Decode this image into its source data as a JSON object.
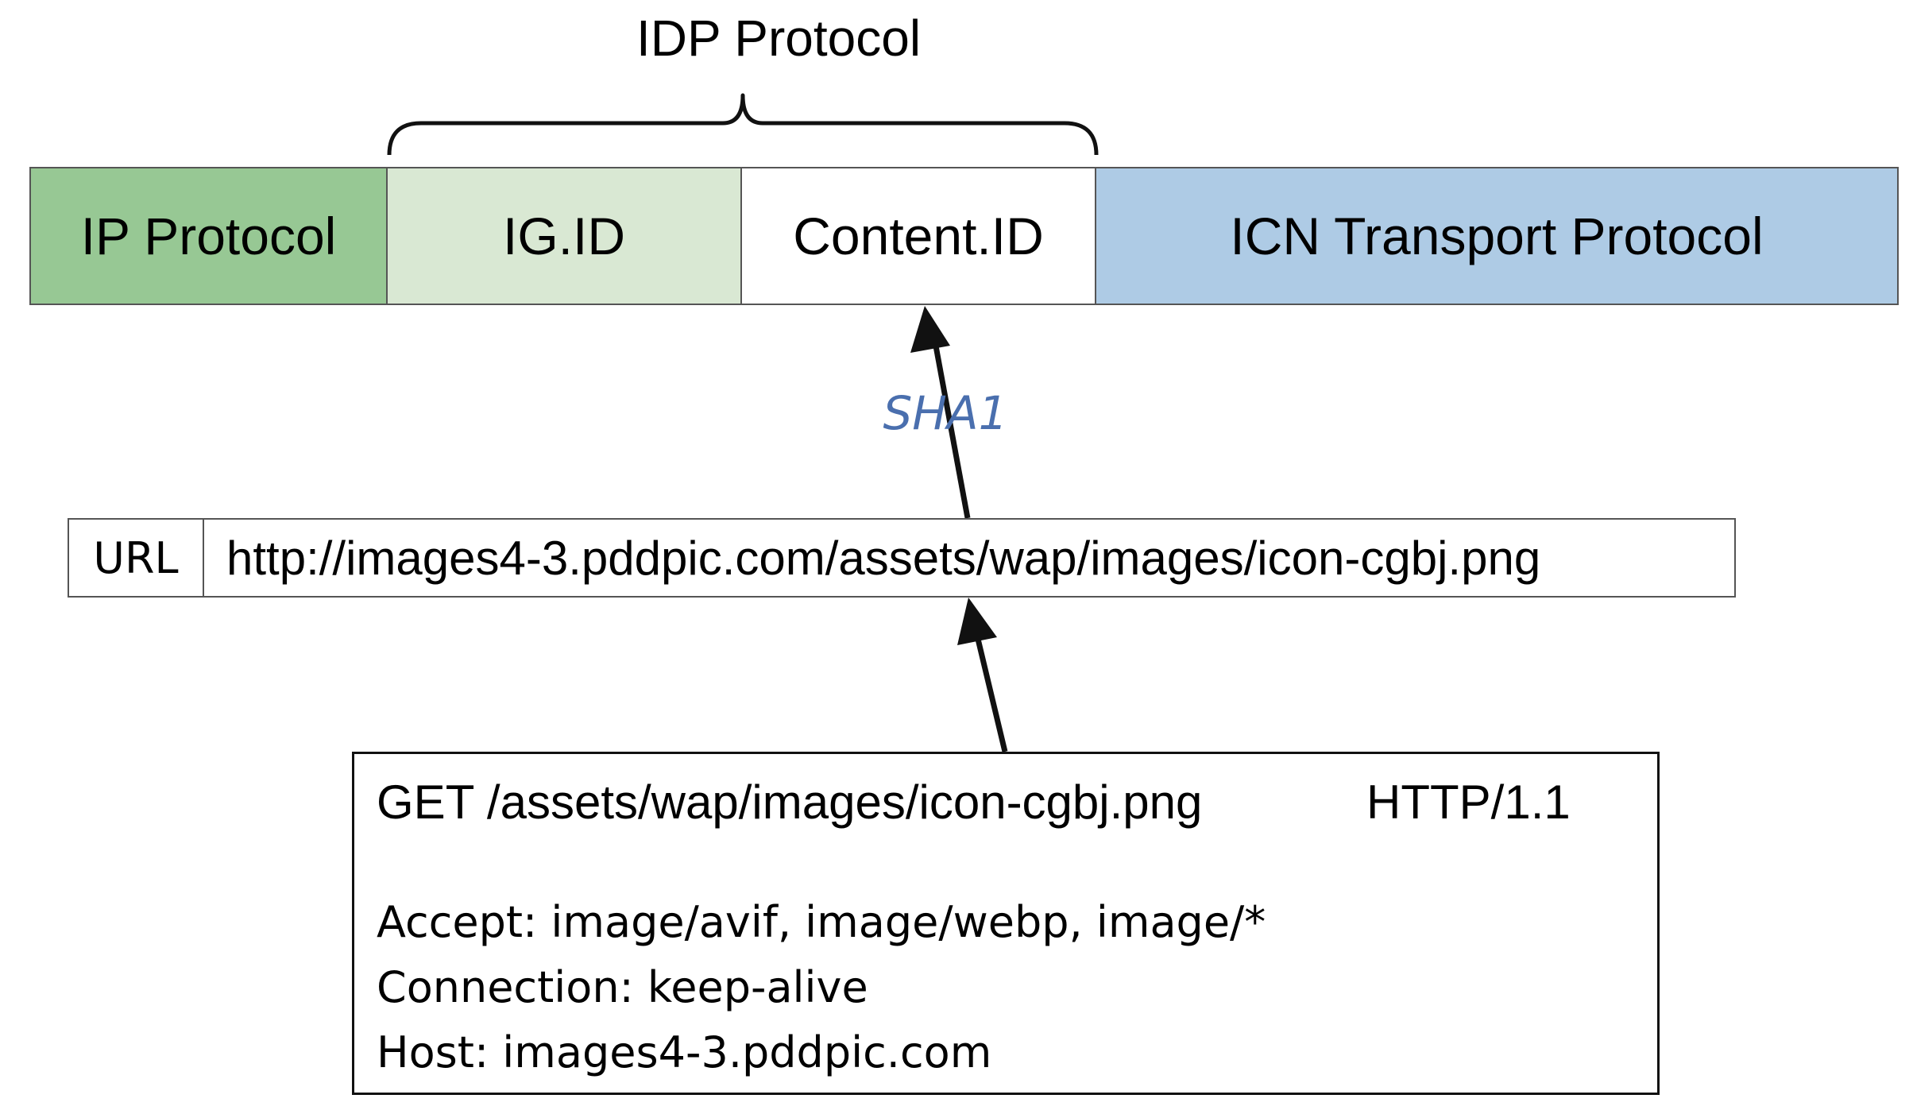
{
  "diagram": {
    "brace_label": "IDP Protocol",
    "segments": {
      "ip": "IP Protocol",
      "igid": "IG.ID",
      "contentid": "Content.ID",
      "icn": "ICN Transport Protocol"
    },
    "hash_label": "SHA1",
    "url": {
      "label": "URL",
      "value": "http://images4-3.pddpic.com/assets/wap/images/icon-cgbj.png"
    },
    "request": {
      "line_path": "GET /assets/wap/images/icon-cgbj.png",
      "line_version": "HTTP/1.1",
      "headers": [
        "Accept: image/avif, image/webp, image/*",
        "Connection: keep-alive",
        "Host: images4-3.pddpic.com"
      ]
    },
    "colors": {
      "ip_protocol": "#97c894",
      "ig_id": "#d9e8d3",
      "content_id": "#ffffff",
      "icn_transport": "#aecbe5",
      "sha1_text": "#4a6fae"
    }
  }
}
